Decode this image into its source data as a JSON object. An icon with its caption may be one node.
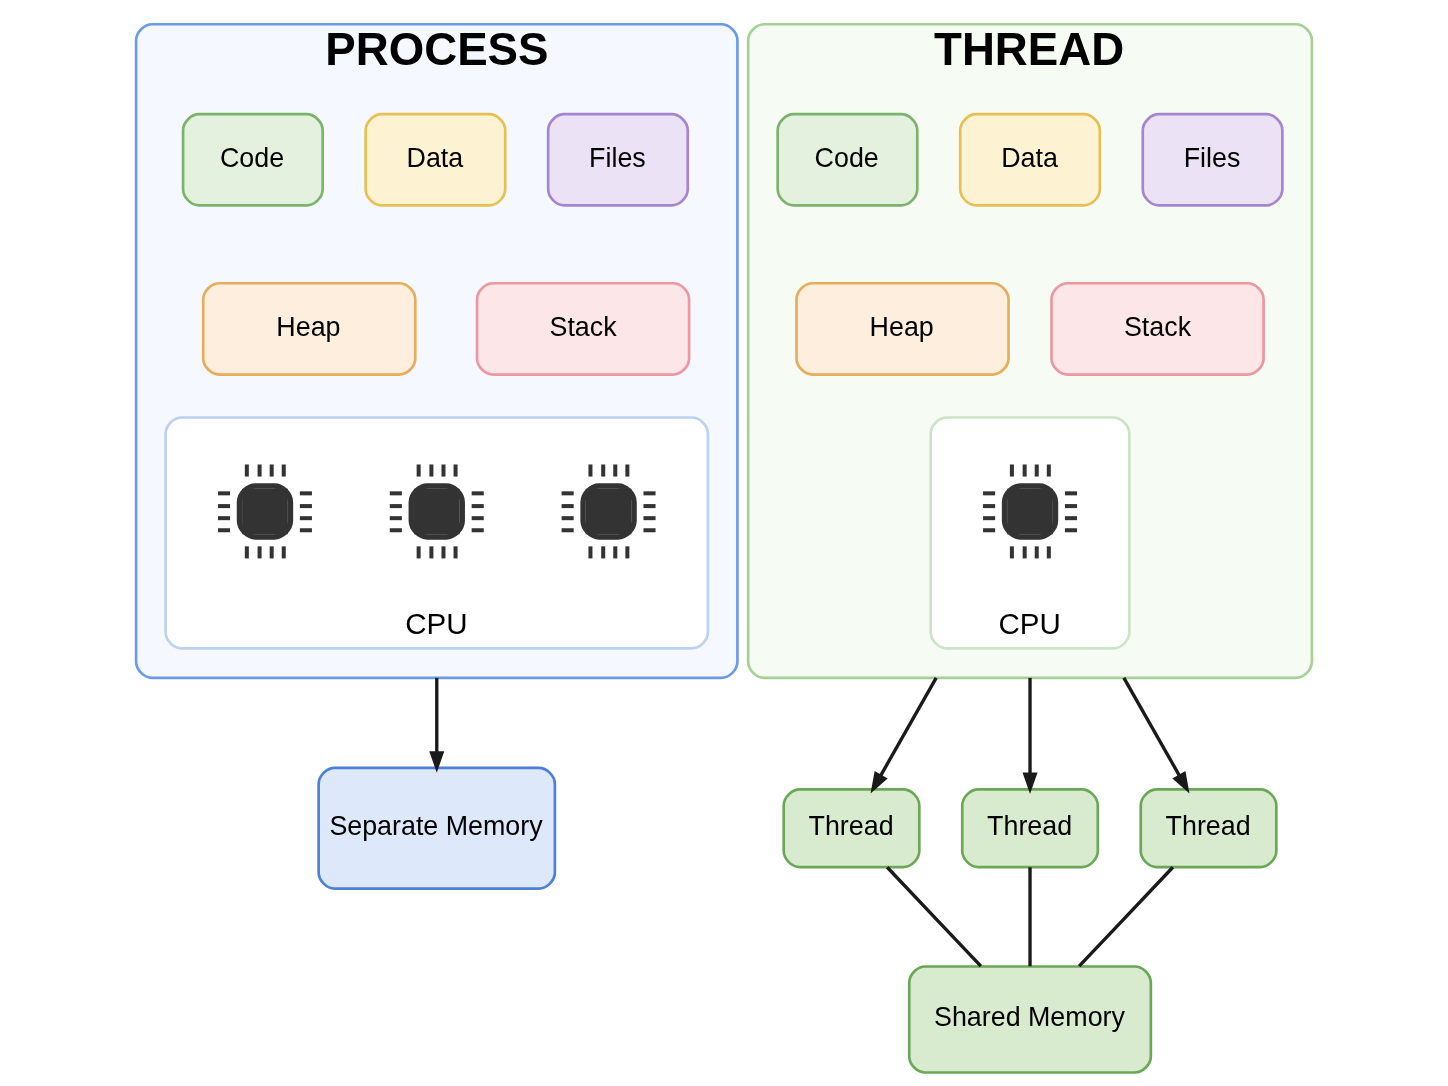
{
  "diagram": {
    "nodes": [
      {
        "text": [
          "PROCESS"
        ]
      },
      {
        "text": [
          "Code"
        ],
        "in": 0
      },
      {
        "text": [
          "Data"
        ],
        "in": 0
      },
      {
        "text": [
          "Files"
        ],
        "in": 0
      },
      {
        "text": [
          "Heap"
        ],
        "in": 0
      },
      {
        "text": [
          "Stack"
        ],
        "in": 0
      },
      {
        "text": [
          "CPU"
        ],
        "in": 0
      },
      {
        "text": [],
        "shape": "picture",
        "in": 6
      },
      {
        "text": [],
        "shape": "picture",
        "in": 6
      },
      {
        "text": [],
        "shape": "picture",
        "in": 6
      },
      {
        "text": [
          "Separate Memory"
        ]
      },
      {
        "text": [
          "THREAD"
        ]
      },
      {
        "text": [
          "Code"
        ],
        "in": 11
      },
      {
        "text": [
          "Data"
        ],
        "in": 11
      },
      {
        "text": [
          "Files"
        ],
        "in": 11
      },
      {
        "text": [
          "Heap"
        ],
        "in": 11
      },
      {
        "text": [
          "Stack"
        ],
        "in": 11
      },
      {
        "text": [
          "CPU"
        ],
        "in": 11
      },
      {
        "text": [],
        "shape": "picture",
        "in": 17
      },
      {
        "text": [
          "Thread"
        ]
      },
      {
        "text": [
          "Thread"
        ]
      },
      {
        "text": [
          "Thread"
        ]
      },
      {
        "text": [
          "Shared Memory"
        ]
      }
    ],
    "edges": [
      {
        "from": 0,
        "to": 10,
        "arrow": "to"
      },
      {
        "from": 11,
        "to": 19,
        "arrow": "to"
      },
      {
        "from": 11,
        "to": 20,
        "arrow": "to"
      },
      {
        "from": 11,
        "to": 21,
        "arrow": "to"
      },
      {
        "from": 19,
        "to": 22,
        "arrow": "none"
      },
      {
        "from": 20,
        "to": 22,
        "arrow": "none"
      },
      {
        "from": 21,
        "to": 22,
        "arrow": "none"
      }
    ]
  }
}
